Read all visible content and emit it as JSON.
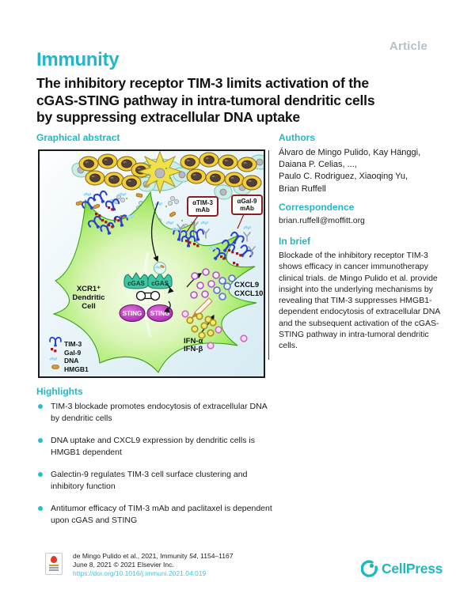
{
  "page": {
    "article_label": "Article",
    "journal": "Immunity",
    "title_lines": [
      "The inhibitory receptor TIM-3 limits activation of the",
      "cGAS-STING pathway in intra-tumoral dendritic cells",
      "by suppressing extracellular DNA uptake"
    ]
  },
  "graphical_abstract": {
    "heading": "Graphical abstract",
    "figure": {
      "cell_label_line1": "XCR1⁺",
      "cell_label_line2": "Dendritic",
      "cell_label_line3": "Cell",
      "cgas_label": "cGAS",
      "sting_label": "STING",
      "tim3_mab_line1": "αTIM-3",
      "tim3_mab_line2": "mAb",
      "gal9_mab_line1": "αGal-9",
      "gal9_mab_line2": "mAb",
      "cxcl9_label": "CXCL9",
      "cxcl10_label": "CXCL10",
      "ifn_alpha_label": "IFN-α",
      "ifn_beta_label": "IFN-β",
      "legend": [
        {
          "icon": "tim3-receptor-icon",
          "label": "TIM-3"
        },
        {
          "icon": "gal9-icon",
          "label": "Gal-9"
        },
        {
          "icon": "dna-icon",
          "label": "DNA"
        },
        {
          "icon": "hmgb1-icon",
          "label": "HMGB1"
        }
      ]
    }
  },
  "authors": {
    "heading": "Authors",
    "lines": [
      "Álvaro de Mingo Pulido, Kay Hänggi,",
      "Daiana P. Celias, ...,",
      "Paulo C. Rodriguez, Xiaoqing Yu,",
      "Brian Ruffell"
    ]
  },
  "correspondence": {
    "heading": "Correspondence",
    "email": "brian.ruffell@moffitt.org"
  },
  "in_brief": {
    "heading": "In brief",
    "text": "Blockade of the inhibitory receptor TIM-3 shows efficacy in cancer immunotherapy clinical trials. de Mingo Pulido et al. provide insight into the underlying mechanisms by revealing that TIM-3 suppresses HMGB1-dependent endocytosis of extracellular DNA and the subsequent activation of the cGAS-STING pathway in intra-tumoral dendritic cells."
  },
  "highlights": {
    "heading": "Highlights",
    "items": [
      {
        "line1": "TIM-3 blockade promotes endocytosis of extracellular DNA",
        "line2": "by dendritic cells"
      },
      {
        "line1": "DNA uptake and CXCL9 expression by dendritic cells is",
        "line2": "HMGB1 dependent"
      },
      {
        "line1": "Galectin-9 regulates TIM-3 cell surface clustering and",
        "line2": "inhibitory function"
      },
      {
        "line1": "Antitumor efficacy of TIM-3 mAb and paclitaxel is dependent",
        "line2": "upon cGAS and STING"
      }
    ]
  },
  "footer": {
    "citation_prefix": "de Mingo Pulido et al., 2021, Immunity ",
    "citation_volume": "54",
    "citation_pages": ", 1154–1167",
    "date_line": "June 8, 2021 © 2021 Elsevier Inc.",
    "doi": "https://doi.org/10.1016/j.immuni.2021.04.019",
    "publisher": "CellPress"
  },
  "colors": {
    "accent_teal": "#26b5c6",
    "article_gray": "#b6c0ca",
    "mab_box_red": "#8b1f1f",
    "sting_purple": "#c438c4",
    "cgas_teal": "#3fc4a4",
    "cell_green": "#55cc1e"
  }
}
